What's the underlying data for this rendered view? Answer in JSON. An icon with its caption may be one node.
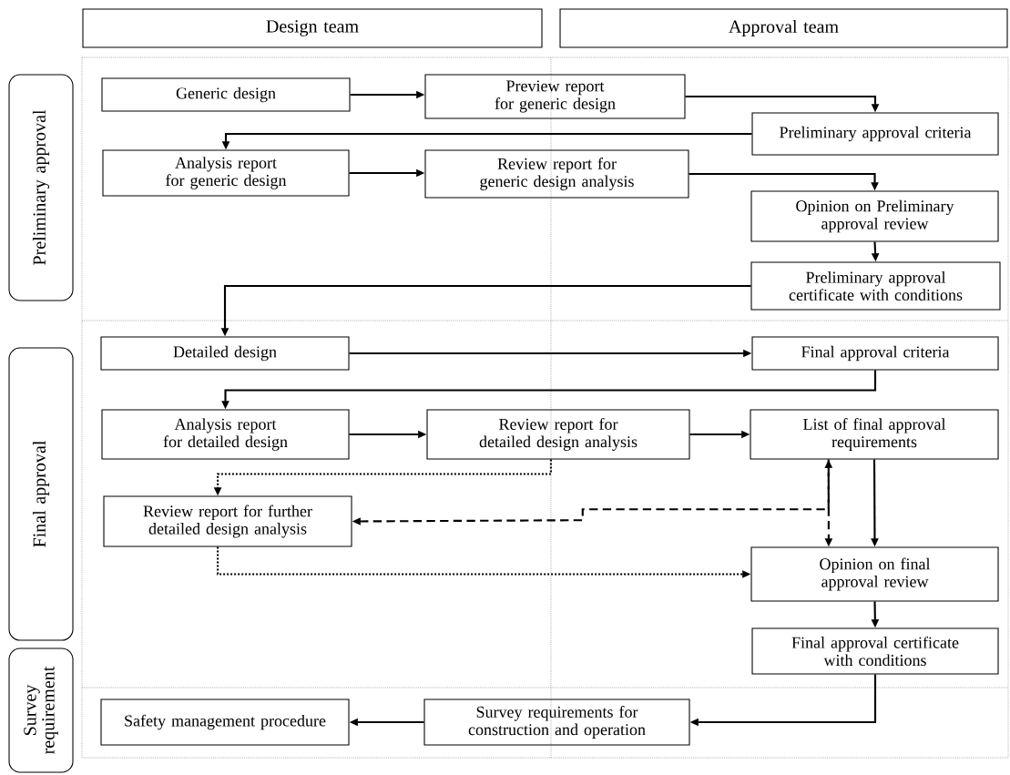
{
  "diagram": {
    "nodes": [
      {
        "text": [
          "Design team"
        ]
      },
      {
        "text": [
          "Approval team"
        ]
      },
      {
        "text": [
          "Preliminary approval"
        ]
      },
      {
        "text": [
          "Final approval"
        ]
      },
      {
        "text": [
          "Survey requirement"
        ]
      },
      {
        "text": [
          "Generic design"
        ]
      },
      {
        "text": [
          "Preview report for generic design"
        ]
      },
      {
        "text": [
          "Preliminary approval criteria"
        ]
      },
      {
        "text": [
          "Analysis report for generic design"
        ]
      },
      {
        "text": [
          "Review report for generic design analysis"
        ]
      },
      {
        "text": [
          "Opinion on Preliminary approval review"
        ]
      },
      {
        "text": [
          "Preliminary approval certificate with conditions"
        ]
      },
      {
        "text": [
          "Detailed design"
        ]
      },
      {
        "text": [
          "Final approval criteria"
        ]
      },
      {
        "text": [
          "Analysis report for detailed design"
        ]
      },
      {
        "text": [
          "Review report for detailed design analysis"
        ]
      },
      {
        "text": [
          "List of final approval requirements"
        ]
      },
      {
        "text": [
          "Review report for further detailed design analysis"
        ]
      },
      {
        "text": [
          "Opinion on final approval review"
        ]
      },
      {
        "text": [
          "Final approval certificate with conditions"
        ]
      },
      {
        "text": [
          "Safety management procedure"
        ]
      },
      {
        "text": [
          "Survey requirements for construction and operation"
        ]
      }
    ],
    "edges": [
      {
        "from": 5,
        "to": 6,
        "arrow": "to"
      },
      {
        "from": 6,
        "to": 7,
        "arrow": "to"
      },
      {
        "from": 7,
        "to": 8,
        "arrow": "to"
      },
      {
        "from": 8,
        "to": 9,
        "arrow": "to"
      },
      {
        "from": 9,
        "to": 10,
        "arrow": "to"
      },
      {
        "from": 10,
        "to": 11,
        "arrow": "to"
      },
      {
        "from": 11,
        "to": 12,
        "arrow": "to"
      },
      {
        "from": 12,
        "to": 13,
        "arrow": "to"
      },
      {
        "from": 13,
        "to": 14,
        "arrow": "to"
      },
      {
        "from": 14,
        "to": 15,
        "arrow": "to"
      },
      {
        "from": 15,
        "to": 16,
        "arrow": "to"
      },
      {
        "from": 15,
        "to": 17,
        "arrow": "to",
        "style": "dashed"
      },
      {
        "from": 16,
        "to": 18,
        "arrow": "to"
      },
      {
        "from": 16,
        "to": 18,
        "arrow": "both",
        "style": "dashed"
      },
      {
        "from": 16,
        "to": 17,
        "arrow": "to",
        "style": "dashed"
      },
      {
        "from": 17,
        "to": 18,
        "arrow": "to",
        "style": "dashed"
      },
      {
        "from": 18,
        "to": 19,
        "arrow": "to"
      },
      {
        "from": 19,
        "to": 21,
        "arrow": "to"
      },
      {
        "from": 21,
        "to": 20,
        "arrow": "to"
      }
    ]
  }
}
